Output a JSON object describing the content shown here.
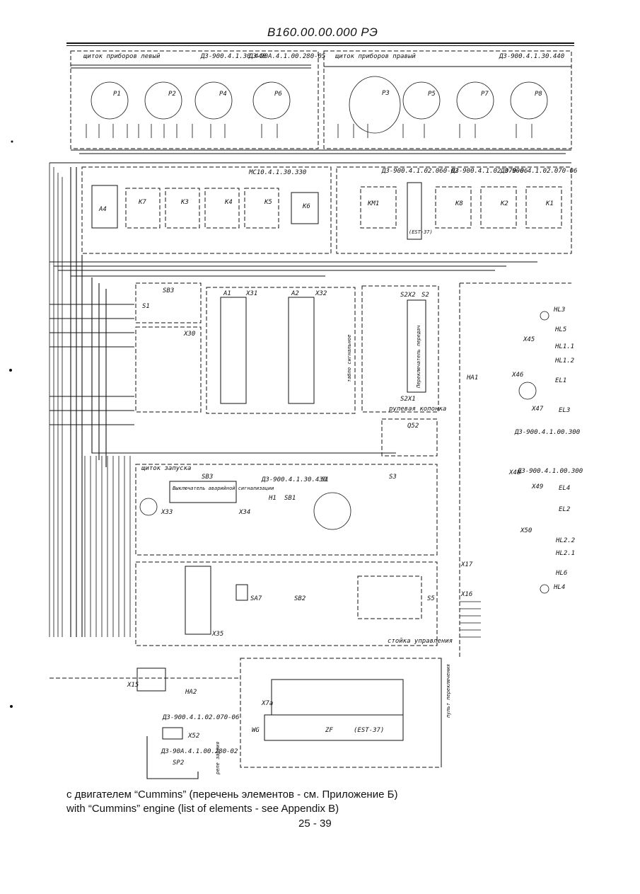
{
  "document": {
    "code": "В160.00.00.000 РЭ",
    "caption_ru": "с двигателем “Cummins” (перечень элементов - см. Приложение Б)",
    "caption_en": "with “Cummins” engine (list of elements - see Appendix B)",
    "page_number": "25 - 39"
  },
  "schematic": {
    "panels": {
      "left_instruments": "щиток приборов левый",
      "right_instruments": "щиток приборов правый",
      "start_panel": "щиток запуска",
      "control_pillar": "стойка управления",
      "steering_column": "рулевая колонка",
      "signal_block": "табло сигнальное",
      "gear_panel": "пульт переключения",
      "relay_block": "реле задния",
      "warning_switch": "Выключатель аварийной сигнализации",
      "gear_selector": "Переключатель передач"
    },
    "parts": {
      "p1": "Д3-900.4.1.30.440",
      "p2": "Д3-90А.4.1.00.280-05",
      "p3": "МС10.4.1.30.330",
      "p4": "Д3-900.4.1.02.060-02",
      "p5": "Д3-900.4.1.02.070-06",
      "p6": "Д3-900.4.1.02.070-06",
      "p7": "Д3-900.4.1.00.300",
      "p8": "Д3-900.4.1.00.300",
      "p9": "Д3-900.4.1.30.430",
      "p10": "Д3-900.4.1.02.070-06",
      "p11": "Д3-90А.4.1.00.280-02"
    },
    "components": {
      "a4": "A4",
      "k7": "K7",
      "k3": "K3",
      "k4": "K4",
      "k5": "K5",
      "k6": "K6",
      "km1": "KM1",
      "k8": "K8",
      "k2": "K2",
      "k1": "K1",
      "a1": "A1",
      "a2": "A2",
      "x31": "X31",
      "x32": "X32",
      "s2": "S2",
      "s2x2": "S2X2",
      "s2x1": "S2X1",
      "sb3": "SB3",
      "s1": "S1",
      "x30": "X30",
      "x33": "X33",
      "x34": "X34",
      "h1": "H1",
      "sb1": "SB1",
      "s3": "S3",
      "q52": "Q52",
      "x35": "X35",
      "sa7": "SA7",
      "sb2": "SB2",
      "s5": "S5",
      "ha1": "HA1",
      "ha2": "HA2",
      "x52": "X52",
      "sp2": "SP2",
      "x15": "X15",
      "x16": "X16",
      "x17": "X17",
      "x7a": "X7a",
      "wg": "WG",
      "zf": "ZF",
      "est37": "(EST-37)",
      "hl3": "HL3",
      "hl5": "HL5",
      "hl11": "HL1.1",
      "hl12": "HL1.2",
      "el1": "EL1",
      "el3": "EL3",
      "el4": "EL4",
      "el2": "EL2",
      "hl22": "HL2.2",
      "hl21": "HL2.1",
      "hl6": "HL6",
      "hl4": "HL4",
      "x45": "X45",
      "x46": "X46",
      "x47": "X47",
      "x48": "X48",
      "x49": "X49",
      "x50": "X50",
      "p1g": "P1",
      "p2g": "P2",
      "p3g": "P3",
      "p4g": "P4",
      "p5g": "P5",
      "p6g": "P6",
      "p7g": "P7",
      "p8g": "P8"
    }
  }
}
